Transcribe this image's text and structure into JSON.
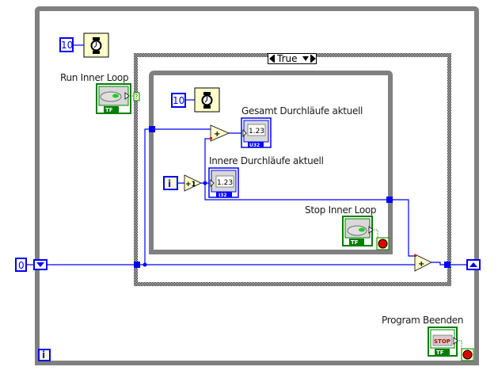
{
  "diagram": {
    "outer_loop": {
      "type": "while-loop",
      "iteration_terminal": "i",
      "shift_register_init": "0"
    },
    "outer_wait": {
      "constant": "10",
      "function": "wait-ms"
    },
    "run_inner_loop": {
      "label": "Run Inner Loop",
      "type": "boolean-control",
      "terminal_text": "TF"
    },
    "case_structure": {
      "selector_value": "True"
    },
    "inner_loop": {
      "type": "while-loop",
      "iteration_terminal": "i",
      "wait_constant": "10",
      "increment_label": "+1",
      "add_label": "+",
      "stop_control": {
        "label": "Stop Inner Loop",
        "terminal_text": "TF"
      }
    },
    "indicators": [
      {
        "label": "Gesamt Durchläufe aktuell",
        "display": "1.23",
        "dtype": "U32"
      },
      {
        "label": "Innere Durchläufe aktuell",
        "display": "1.23",
        "dtype": "I32"
      }
    ],
    "outer_add_label": "+",
    "program_stop": {
      "label": "Program Beenden",
      "button_text": "STOP",
      "terminal_text": "TF"
    },
    "colors": {
      "wire": "#0000ff",
      "loop_border": "#808080",
      "node_fill": "#ffffcc",
      "bool_green": "#007f00",
      "stop_red": "#e00000"
    }
  }
}
